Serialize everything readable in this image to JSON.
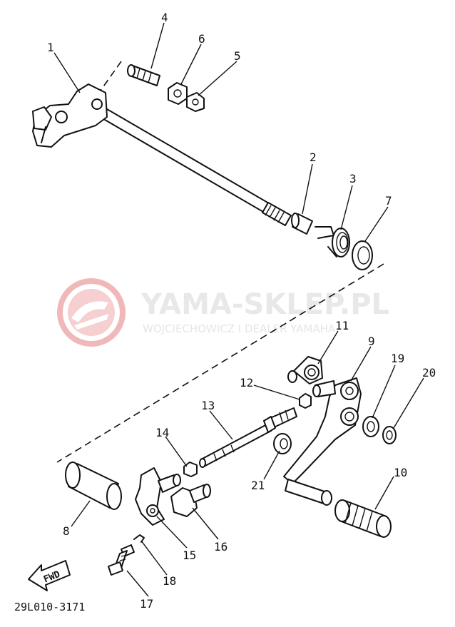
{
  "watermark": {
    "title": "YAMA-SKLEP.PL",
    "subtitle": "WOJCIECHOWICZ I DEALER YAMAHA",
    "logo_color": "#f0b8b8"
  },
  "diagram_code": "29L010-3171",
  "direction_label": "FWD",
  "parts": {
    "p1": "1",
    "p2": "2",
    "p3": "3",
    "p4": "4",
    "p5": "5",
    "p6": "6",
    "p7": "7",
    "p8": "8",
    "p9": "9",
    "p10": "10",
    "p11": "11",
    "p12": "12",
    "p13": "13",
    "p14": "14",
    "p15": "15",
    "p16": "16",
    "p17": "17",
    "p18": "18",
    "p19": "19",
    "p20": "20",
    "p21": "21"
  }
}
